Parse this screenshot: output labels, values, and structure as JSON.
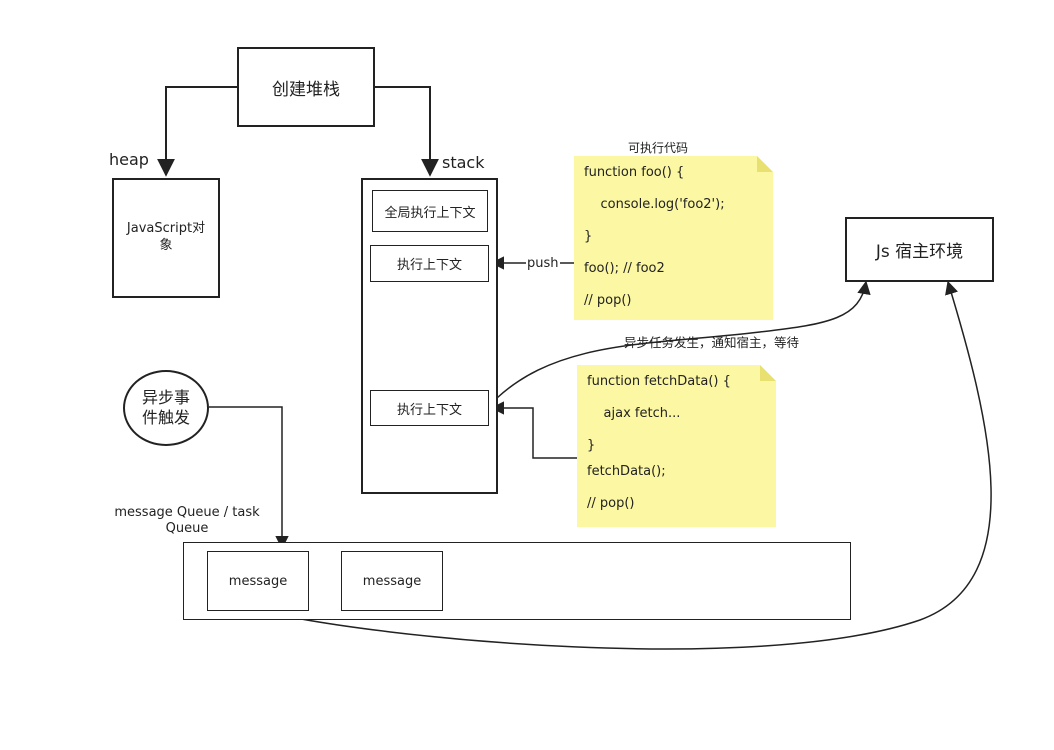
{
  "create_stack": "创建堆栈",
  "heap": {
    "label": "heap",
    "content": "JavaScript对象"
  },
  "stack": {
    "label": "stack",
    "global_context": "全局执行上下文",
    "context_1": "执行上下文",
    "context_2": "执行上下文"
  },
  "push_label": "push",
  "code_note": {
    "title": "可执行代码",
    "lines": [
      "function foo() {",
      "    console.log('foo2');",
      "}",
      "foo(); // foo2",
      "// pop()"
    ]
  },
  "async_note": {
    "lines": [
      "function fetchData() {",
      "    ajax fetch...",
      "}",
      "fetchData();",
      "// pop()"
    ]
  },
  "host": "Js 宿主环境",
  "async_message": "异步任务发生，通知宿主，等待",
  "async_event": "异步事件触发",
  "queue": {
    "label": "message Queue / task Queue",
    "messages": [
      "message",
      "message"
    ]
  }
}
